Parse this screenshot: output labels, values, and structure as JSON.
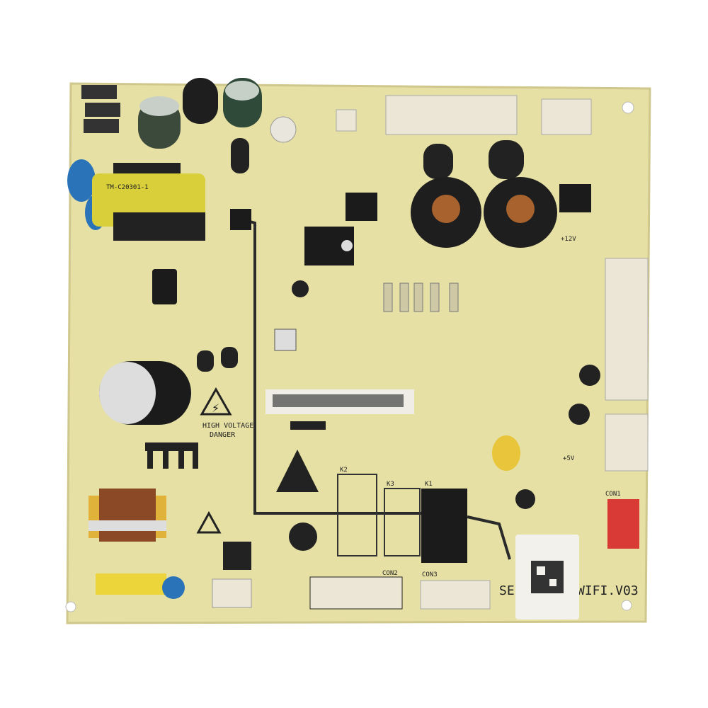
{
  "board": {
    "colors": {
      "pcb": "#e6e0a4",
      "trace": "#2a2a2a",
      "capacitor": "#2b2b2b",
      "transformer": "#d8cf3a",
      "connector": "#ece6d6",
      "red_connector": "#d93a36"
    },
    "warning_text_1": "HIGH VOLTAGE",
    "warning_text_2": "DANGER",
    "model_prefix": "SE",
    "model_suffix": "WIFI.V03",
    "labels": {
      "con1": "CON1",
      "con2": "CON2",
      "con3": "CON3",
      "k1": "K1",
      "k2": "K2",
      "k3": "K3",
      "plus5v": "+5V",
      "plus12v": "+12V"
    },
    "transformer_marking": "TM-C20301-1",
    "icons": [
      "high-voltage-warning-icon",
      "esd-warning-icon",
      "barcode-label",
      "qr-code-label"
    ]
  }
}
